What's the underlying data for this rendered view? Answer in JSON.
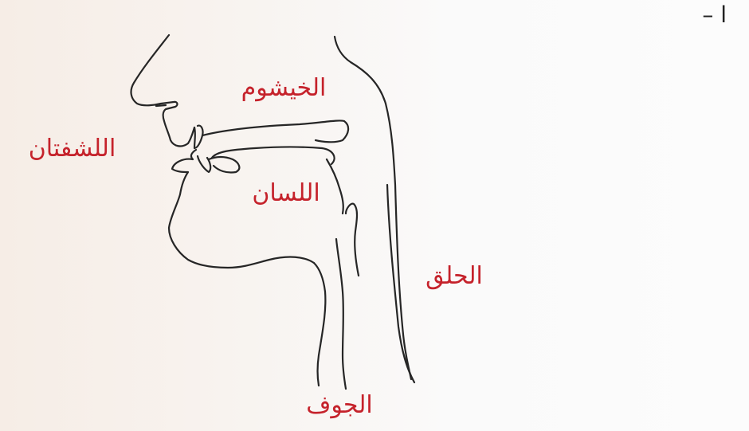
{
  "figure": {
    "index_label": "ا –"
  },
  "labels": {
    "nasal_cavity": "الخيشوم",
    "lips": "اللشفتان",
    "tongue": "اللسان",
    "throat": "الحلق",
    "oral_cavity": "الجوف"
  },
  "colors": {
    "label_color": "#c5222b",
    "line_color": "#262626",
    "background_left": "#f6ede6",
    "background_right": "#fcfcfc"
  }
}
